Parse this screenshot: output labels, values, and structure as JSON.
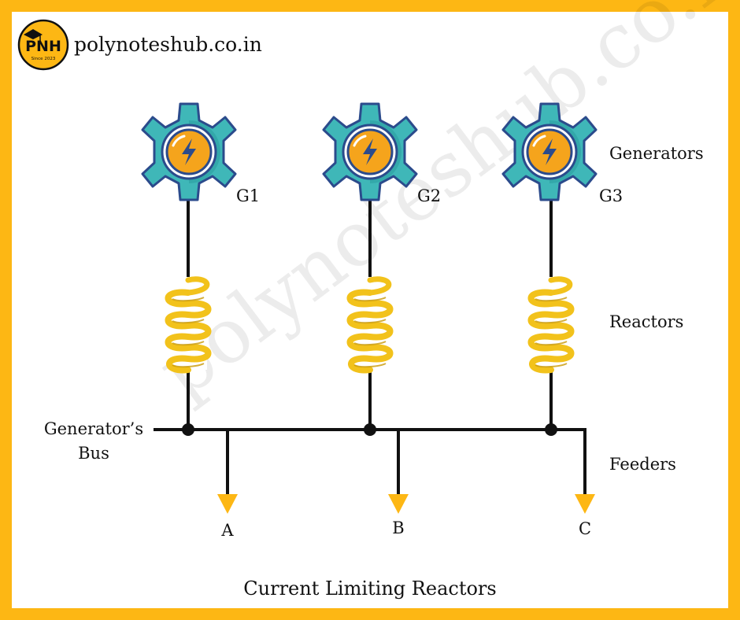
{
  "brand": {
    "logo_text": "PNH",
    "logo_tagline": "Since 2023",
    "site": "polynoteshub.co.in"
  },
  "watermark": "polynoteshub.co.in",
  "labels": {
    "generators": "Generators",
    "reactors": "Reactors",
    "bus_line1": "Generator’s",
    "bus_line2": "Bus",
    "feeders": "Feeders"
  },
  "generators": [
    {
      "label": "G1"
    },
    {
      "label": "G2"
    },
    {
      "label": "G3"
    }
  ],
  "feeders": [
    {
      "label": "A"
    },
    {
      "label": "B"
    },
    {
      "label": "C"
    }
  ],
  "caption": "Current Limiting Reactors",
  "colors": {
    "border": "#fdb714",
    "gear": "#3fb7b8",
    "gear_dark": "#1f8f90",
    "core": "#f5a41c",
    "coil": "#f2c21b",
    "arrow": "#fdb714",
    "line": "#111111"
  }
}
